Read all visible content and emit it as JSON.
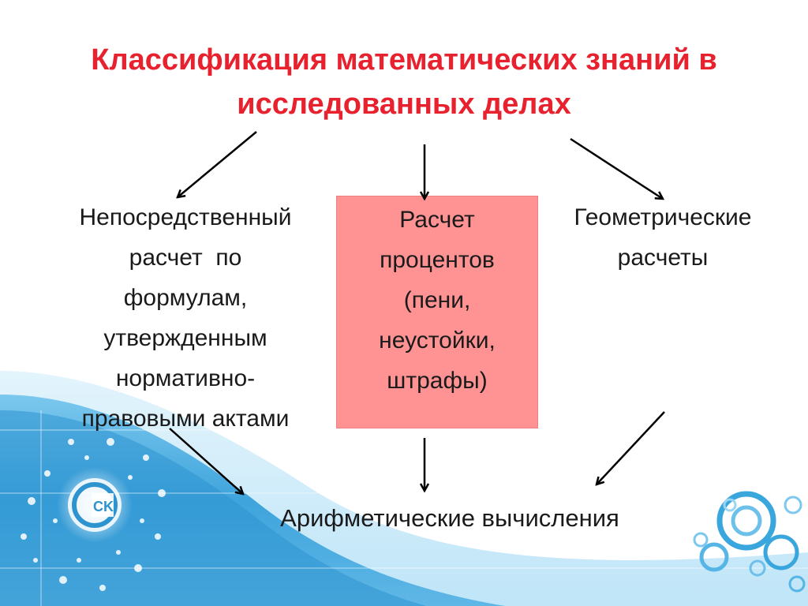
{
  "title": "Классификация математических знаний в исследованных делах",
  "nodes": {
    "left": [
      "Непосредственный",
      "расчет  по",
      "формулам,",
      "утвержденным",
      "нормативно-",
      "правовыми актами"
    ],
    "center": [
      "Расчет",
      "процентов",
      "(пени,",
      "неустойки,",
      "штрафы)"
    ],
    "right": [
      "Геометрические",
      "расчеты"
    ],
    "bottom": "Арифметические вычисления"
  },
  "colors": {
    "title": "#e8212e",
    "highlight_box": "#ff9393",
    "wave": "#4aaee0"
  },
  "icons": [
    "logo-icon",
    "circles-decoration-icon"
  ]
}
